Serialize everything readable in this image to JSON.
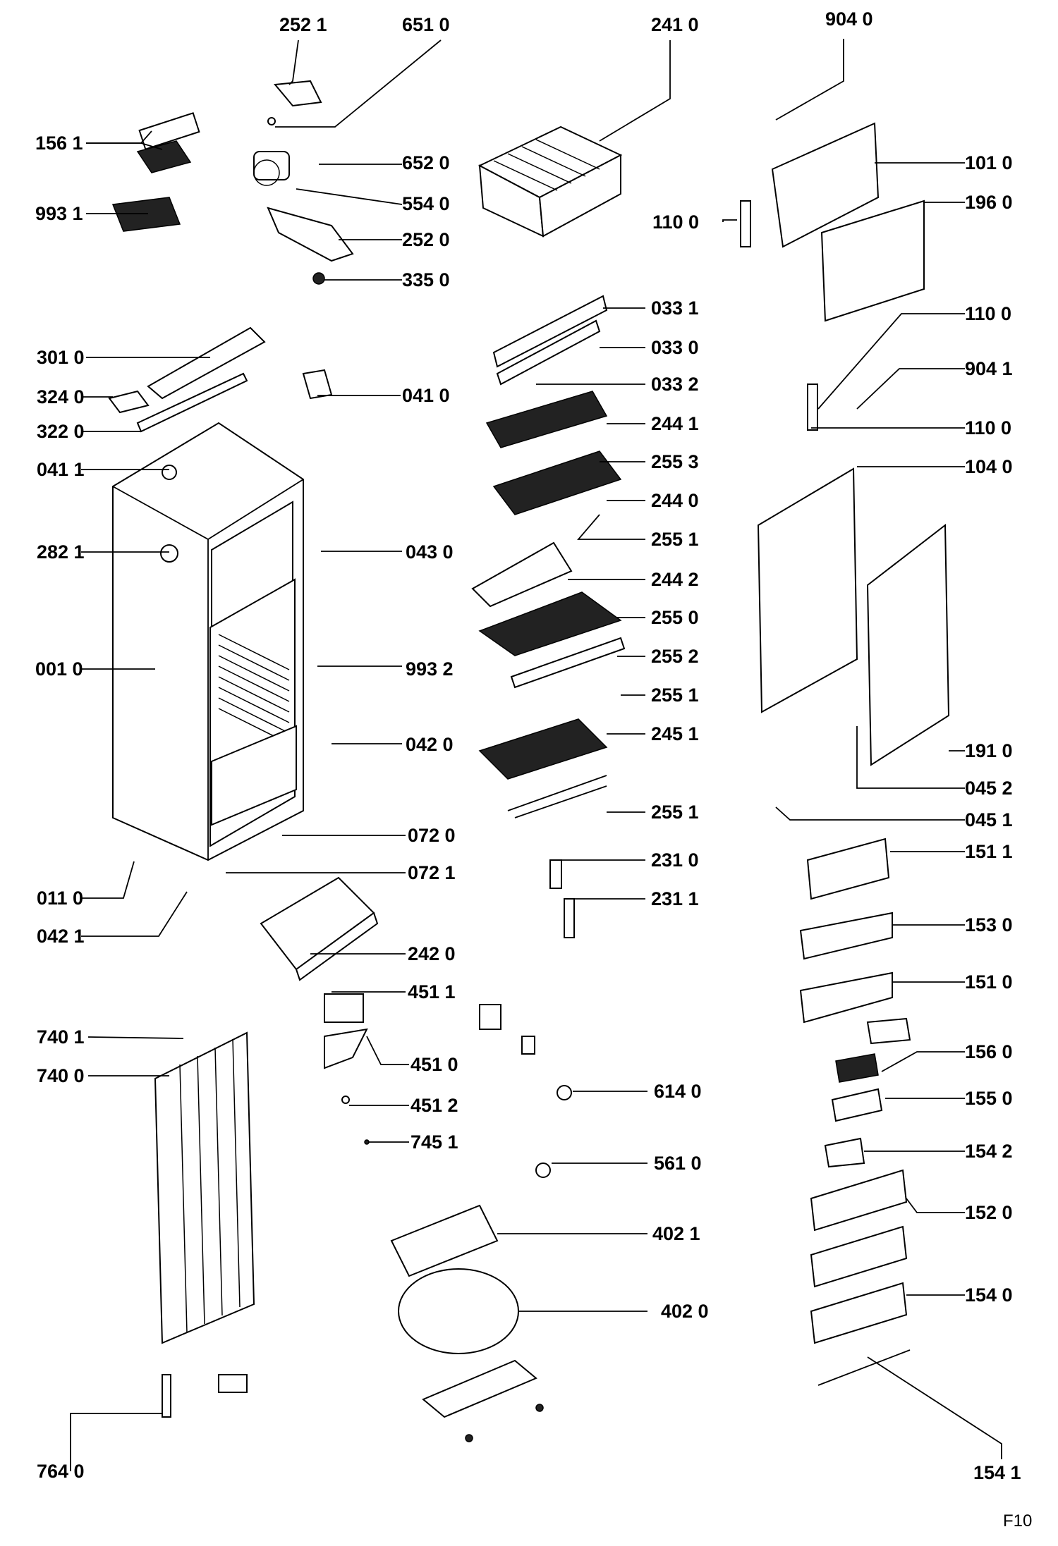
{
  "parts": [
    {
      "id": "p2521",
      "label": "252 1"
    },
    {
      "id": "p6510",
      "label": "651 0"
    },
    {
      "id": "p2410",
      "label": "241 0"
    },
    {
      "id": "p9040",
      "label": "904 0"
    },
    {
      "id": "p1561",
      "label": "156 1"
    },
    {
      "id": "p6520",
      "label": "652 0"
    },
    {
      "id": "p1010",
      "label": "101 0"
    },
    {
      "id": "p1960",
      "label": "196 0"
    },
    {
      "id": "p5540",
      "label": "554 0"
    },
    {
      "id": "p9931",
      "label": "993 1"
    },
    {
      "id": "p1100a",
      "label": "110 0"
    },
    {
      "id": "p2520",
      "label": "252 0"
    },
    {
      "id": "p3350",
      "label": "335 0"
    },
    {
      "id": "p0331",
      "label": "033 1"
    },
    {
      "id": "p1100b",
      "label": "110 0"
    },
    {
      "id": "p0330",
      "label": "033 0"
    },
    {
      "id": "p3010",
      "label": "301 0"
    },
    {
      "id": "p9041",
      "label": "904 1"
    },
    {
      "id": "p0332",
      "label": "033 2"
    },
    {
      "id": "p3240",
      "label": "324 0"
    },
    {
      "id": "p0410",
      "label": "041 0"
    },
    {
      "id": "p2441",
      "label": "244 1"
    },
    {
      "id": "p1100c",
      "label": "110 0"
    },
    {
      "id": "p3220",
      "label": "322 0"
    },
    {
      "id": "p2553",
      "label": "255 3"
    },
    {
      "id": "p1040",
      "label": "104 0"
    },
    {
      "id": "p0411",
      "label": "041 1"
    },
    {
      "id": "p2440",
      "label": "244 0"
    },
    {
      "id": "p2551a",
      "label": "255 1"
    },
    {
      "id": "p2821",
      "label": "282 1"
    },
    {
      "id": "p0430",
      "label": "043 0"
    },
    {
      "id": "p2442",
      "label": "244 2"
    },
    {
      "id": "p2550",
      "label": "255 0"
    },
    {
      "id": "p2552",
      "label": "255 2"
    },
    {
      "id": "p0010",
      "label": "001 0"
    },
    {
      "id": "p9932",
      "label": "993 2"
    },
    {
      "id": "p2551b",
      "label": "255 1"
    },
    {
      "id": "p2451",
      "label": "245 1"
    },
    {
      "id": "p0420",
      "label": "042 0"
    },
    {
      "id": "p1910",
      "label": "191 0"
    },
    {
      "id": "p0452",
      "label": "045 2"
    },
    {
      "id": "p2551c",
      "label": "255 1"
    },
    {
      "id": "p0451",
      "label": "045 1"
    },
    {
      "id": "p0720",
      "label": "072 0"
    },
    {
      "id": "p2310",
      "label": "231 0"
    },
    {
      "id": "p1511",
      "label": "151 1"
    },
    {
      "id": "p0721",
      "label": "072 1"
    },
    {
      "id": "p0110",
      "label": "011 0"
    },
    {
      "id": "p2311",
      "label": "231 1"
    },
    {
      "id": "p0421",
      "label": "042 1"
    },
    {
      "id": "p1530",
      "label": "153 0"
    },
    {
      "id": "p2420",
      "label": "242 0"
    },
    {
      "id": "p1510",
      "label": "151 0"
    },
    {
      "id": "p4511",
      "label": "451 1"
    },
    {
      "id": "p7401",
      "label": "740 1"
    },
    {
      "id": "p1560",
      "label": "156 0"
    },
    {
      "id": "p7400",
      "label": "740 0"
    },
    {
      "id": "p4510",
      "label": "451 0"
    },
    {
      "id": "p6140",
      "label": "614 0"
    },
    {
      "id": "p4512",
      "label": "451 2"
    },
    {
      "id": "p1550",
      "label": "155 0"
    },
    {
      "id": "p7451",
      "label": "745 1"
    },
    {
      "id": "p1542",
      "label": "154 2"
    },
    {
      "id": "p5610",
      "label": "561 0"
    },
    {
      "id": "p1520",
      "label": "152 0"
    },
    {
      "id": "p4021",
      "label": "402 1"
    },
    {
      "id": "p1540",
      "label": "154 0"
    },
    {
      "id": "p4020",
      "label": "402 0"
    },
    {
      "id": "p7640",
      "label": "764 0"
    },
    {
      "id": "p1541",
      "label": "154 1"
    }
  ],
  "page_code": "F10"
}
